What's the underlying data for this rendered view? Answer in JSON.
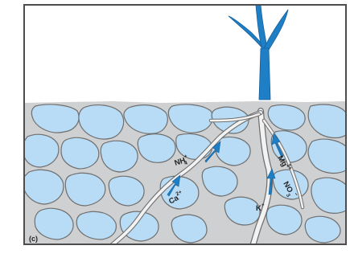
{
  "figure": {
    "panel_label": "(c)",
    "colors": {
      "background": "#ffffff",
      "soil_matrix": "#cfd0d1",
      "particle_fill": "#b9dcf6",
      "particle_stroke": "#6f6f6f",
      "root": "#1e7fc6",
      "root_hair": "#f2f2f2",
      "frame": "#4d4d4d"
    },
    "ions": {
      "nh4": {
        "base": "NH",
        "sub": "4",
        "sup": "+"
      },
      "ca": {
        "base": "Ca",
        "sup": "2+"
      },
      "mg": {
        "base": "Mg",
        "sup": "2+"
      },
      "no3": {
        "base": "NO",
        "sub": "3",
        "sup": "−"
      },
      "k": {
        "base": "K",
        "sup": "+"
      }
    }
  }
}
